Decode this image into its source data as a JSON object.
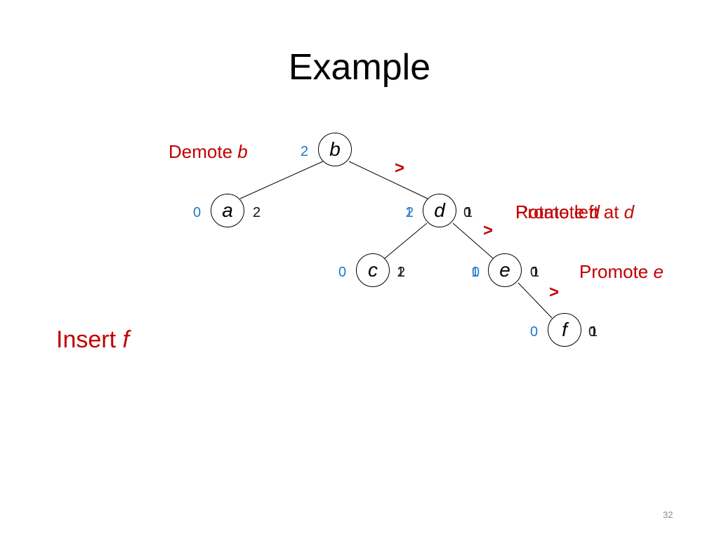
{
  "title": "Example",
  "tree": {
    "nodes": {
      "a": {
        "label": "a"
      },
      "b": {
        "label": "b"
      },
      "c": {
        "label": "c"
      },
      "d": {
        "label": "d"
      },
      "e": {
        "label": "e"
      },
      "f": {
        "label": "f"
      }
    }
  },
  "ranks": {
    "b_left": "2",
    "a_left": "0",
    "a_right": "2",
    "d_left_1": "1",
    "d_left_2": "2",
    "d_right_1": "0",
    "d_right_2": "1",
    "c_left": "0",
    "c_right_1": "1",
    "c_right_2": "2",
    "e_left_1": "1",
    "e_left_2": "0",
    "e_right_1": "0",
    "e_right_2": "1",
    "f_left": "0",
    "f_right_1": "0",
    "f_right_2": "1"
  },
  "annotations": {
    "demote_prefix": "Demote ",
    "demote_var": "b",
    "rotate_prefix": "Rotate left at ",
    "rotate_var": "d",
    "promote_d_prefix": "Promote ",
    "promote_d_var": "d",
    "promote_e_prefix": "Promote ",
    "promote_e_var": "e",
    "insert_prefix": "Insert ",
    "insert_var": "f",
    "arrow": ">"
  },
  "slide_number": "32",
  "colors": {
    "red": "#c00000",
    "blue": "#1f78c8"
  }
}
